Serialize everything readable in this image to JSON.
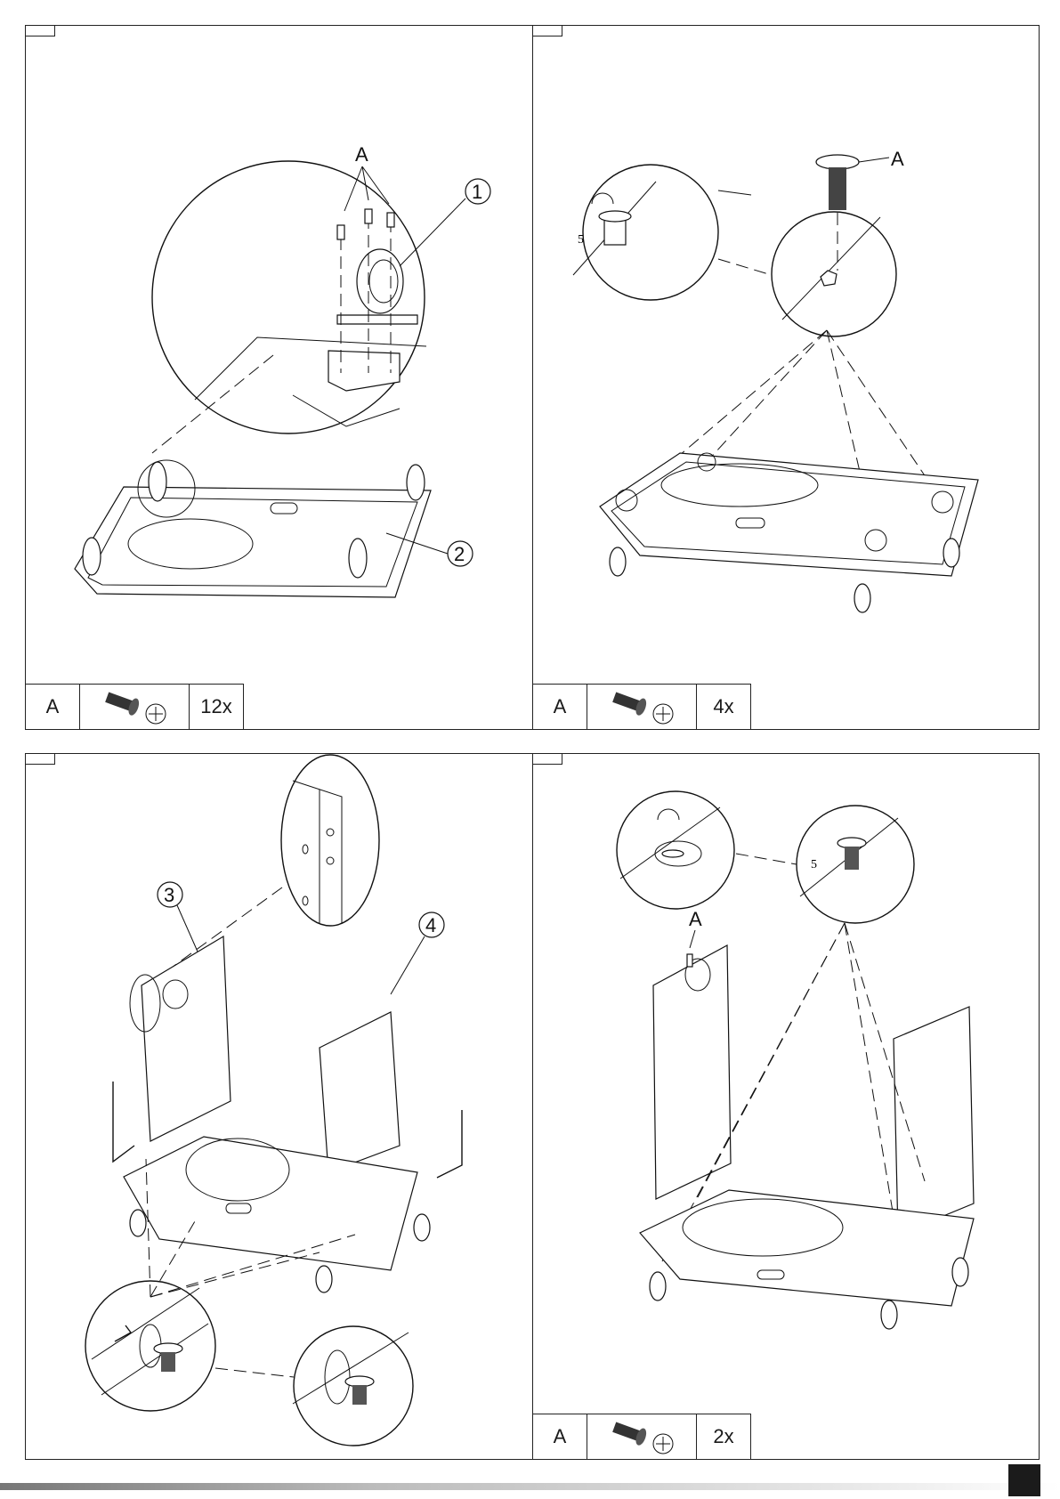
{
  "panels": [
    {
      "id": "step-1",
      "callouts": {
        "letter": "A",
        "n1": "1",
        "n2": "2"
      },
      "parts": {
        "letter": "A",
        "icon": "screw-and-phillips-head-icon",
        "qty": "12x"
      }
    },
    {
      "id": "step-2",
      "callouts": {
        "letter": "A",
        "dim": "5"
      },
      "parts": {
        "letter": "A",
        "icon": "screw-and-phillips-head-icon",
        "qty": "4x"
      }
    },
    {
      "id": "step-3",
      "callouts": {
        "n3": "3",
        "n4": "4"
      },
      "parts": null
    },
    {
      "id": "step-4",
      "callouts": {
        "letter": "A",
        "dim": "5"
      },
      "parts": {
        "letter": "A",
        "icon": "screw-and-phillips-head-icon",
        "qty": "2x"
      }
    }
  ]
}
